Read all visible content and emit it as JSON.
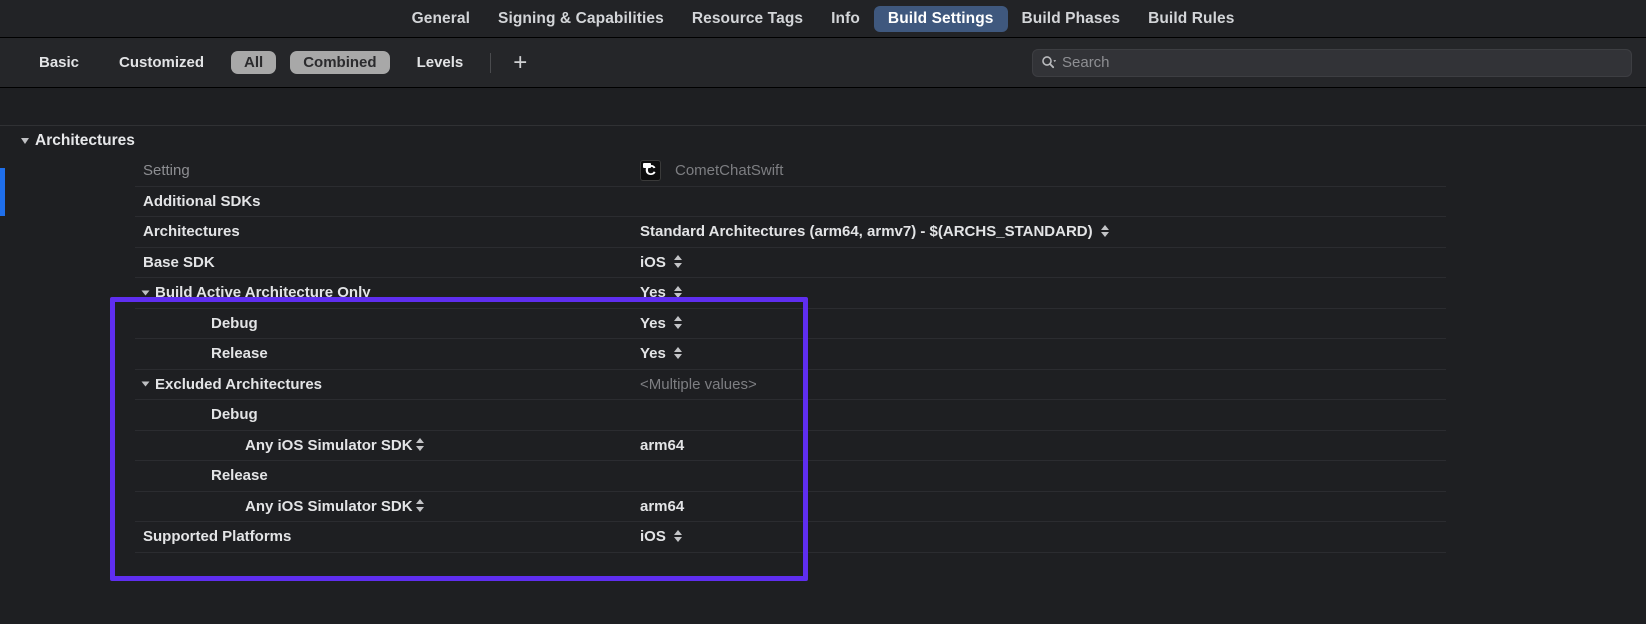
{
  "tabs": [
    {
      "label": "General",
      "selected": false
    },
    {
      "label": "Signing & Capabilities",
      "selected": false
    },
    {
      "label": "Resource Tags",
      "selected": false
    },
    {
      "label": "Info",
      "selected": false
    },
    {
      "label": "Build Settings",
      "selected": true
    },
    {
      "label": "Build Phases",
      "selected": false
    },
    {
      "label": "Build Rules",
      "selected": false
    }
  ],
  "filterbar": {
    "items": [
      {
        "label": "Basic",
        "selected": false
      },
      {
        "label": "Customized",
        "selected": false
      },
      {
        "label": "All",
        "selected": true
      },
      {
        "label": "Combined",
        "selected": true
      },
      {
        "label": "Levels",
        "selected": false
      }
    ],
    "add_label": "+",
    "search_placeholder": "Search",
    "search_value": ""
  },
  "group": {
    "title": "Architectures",
    "expanded": true
  },
  "columns": {
    "setting": "Setting",
    "target": "CometChatSwift",
    "target_icon_letter": "C"
  },
  "rows": [
    {
      "name": "Additional SDKs",
      "value": "",
      "indent": 0,
      "disclosure": false,
      "stepper": false,
      "name_stepper": false,
      "muted_value": false
    },
    {
      "name": "Architectures",
      "value": "Standard Architectures (arm64, armv7)  -  $(ARCHS_STANDARD)",
      "indent": 0,
      "disclosure": false,
      "stepper": true,
      "name_stepper": false,
      "muted_value": false
    },
    {
      "name": "Base SDK",
      "value": "iOS",
      "indent": 0,
      "disclosure": false,
      "stepper": true,
      "name_stepper": false,
      "muted_value": false
    },
    {
      "name": "Build Active Architecture Only",
      "value": "Yes",
      "indent": 0,
      "disclosure": true,
      "stepper": true,
      "name_stepper": false,
      "muted_value": false
    },
    {
      "name": "Debug",
      "value": "Yes",
      "indent": 1,
      "disclosure": false,
      "stepper": true,
      "name_stepper": false,
      "muted_value": false
    },
    {
      "name": "Release",
      "value": "Yes",
      "indent": 1,
      "disclosure": false,
      "stepper": true,
      "name_stepper": false,
      "muted_value": false
    },
    {
      "name": "Excluded Architectures",
      "value": "<Multiple values>",
      "indent": 0,
      "disclosure": true,
      "stepper": false,
      "name_stepper": false,
      "muted_value": true
    },
    {
      "name": "Debug",
      "value": "",
      "indent": 1,
      "disclosure": false,
      "stepper": false,
      "name_stepper": false,
      "muted_value": false
    },
    {
      "name": "Any iOS Simulator SDK",
      "value": "arm64",
      "indent": 2,
      "disclosure": false,
      "stepper": false,
      "name_stepper": true,
      "muted_value": false
    },
    {
      "name": "Release",
      "value": "",
      "indent": 1,
      "disclosure": false,
      "stepper": false,
      "name_stepper": false,
      "muted_value": false
    },
    {
      "name": "Any iOS Simulator SDK",
      "value": "arm64",
      "indent": 2,
      "disclosure": false,
      "stepper": false,
      "name_stepper": true,
      "muted_value": false
    },
    {
      "name": "Supported Platforms",
      "value": "iOS",
      "indent": 0,
      "disclosure": false,
      "stepper": true,
      "name_stepper": false,
      "muted_value": false
    }
  ],
  "annotation": {
    "highlight_color": "#5f2ef0",
    "accent_color": "#1f6feb",
    "selected_tab_color": "#3f587e"
  }
}
